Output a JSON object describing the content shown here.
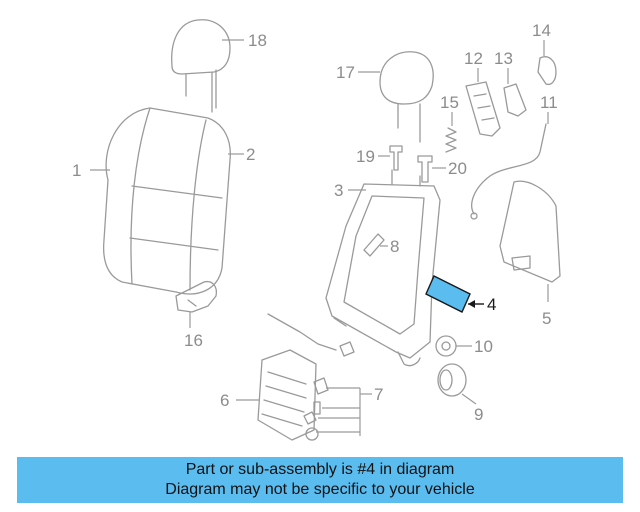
{
  "callouts": {
    "c1": "1",
    "c2": "2",
    "c3": "3",
    "c4": "4",
    "c5": "5",
    "c6": "6",
    "c7": "7",
    "c8": "8",
    "c9": "9",
    "c10": "10",
    "c11": "11",
    "c12": "12",
    "c13": "13",
    "c14": "14",
    "c15": "15",
    "c16": "16",
    "c17": "17",
    "c18": "18",
    "c19": "19",
    "c20": "20"
  },
  "highlighted_part": "4",
  "colors": {
    "highlight": "#5bbcf0",
    "line": "#9a9a9a",
    "text_gray": "#8c8c8c"
  },
  "banner": {
    "line1": "Part or sub-assembly is #4 in diagram",
    "line2": "Diagram may not be specific to your vehicle"
  }
}
